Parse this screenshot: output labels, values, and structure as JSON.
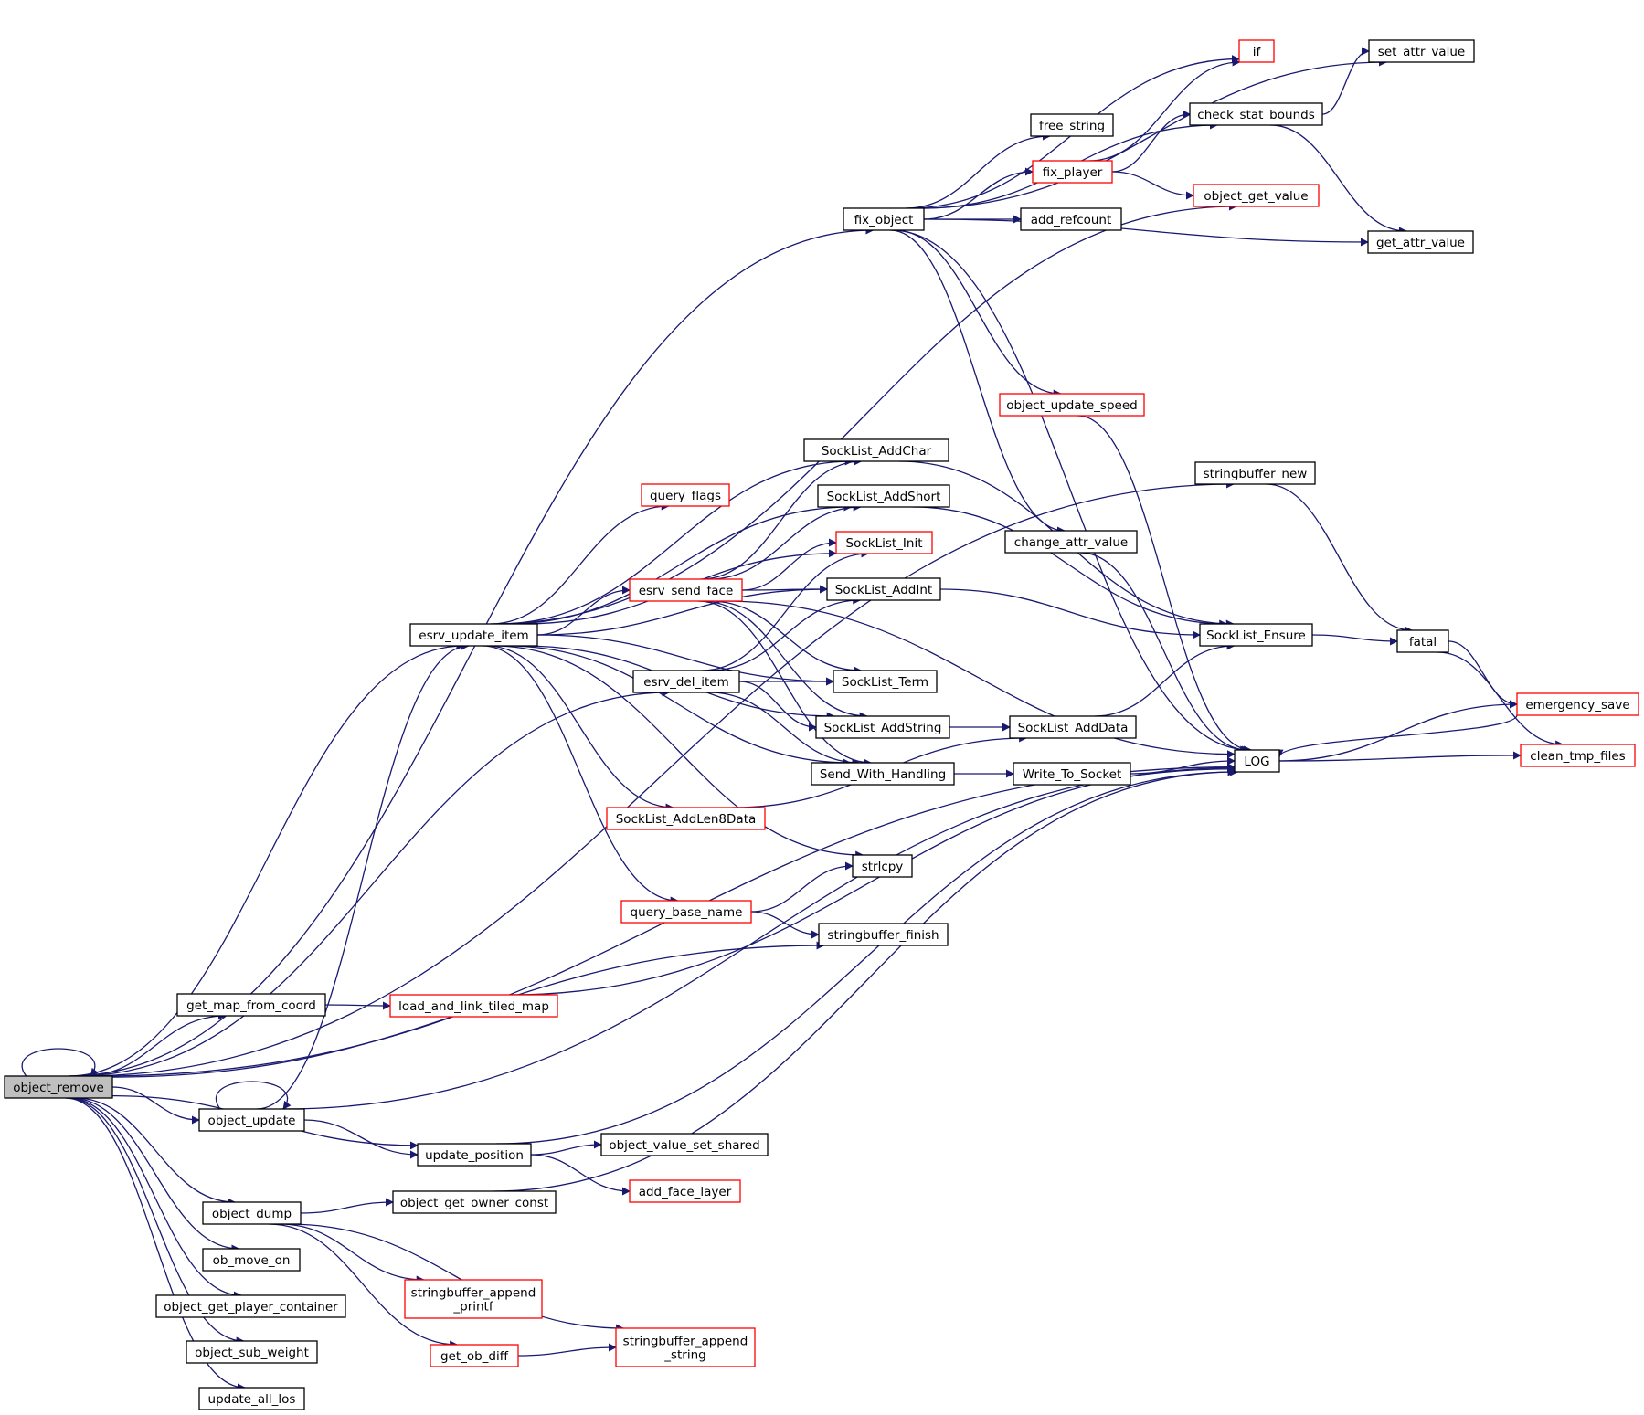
{
  "colors": {
    "edge": "#191970",
    "border_default": "#000000",
    "border_truncated": "#ff0000",
    "fill_default": "#ffffff",
    "fill_root": "#bfbfbf"
  },
  "nodes": [
    {
      "id": "object_remove",
      "label": "object_remove",
      "root": true
    },
    {
      "id": "fix_object",
      "label": "fix_object"
    },
    {
      "id": "if",
      "label": "if",
      "truncated": true
    },
    {
      "id": "set_attr_value",
      "label": "set_attr_value"
    },
    {
      "id": "check_stat_bounds",
      "label": "check_stat_bounds"
    },
    {
      "id": "free_string",
      "label": "free_string"
    },
    {
      "id": "fix_player",
      "label": "fix_player",
      "truncated": true
    },
    {
      "id": "object_get_value",
      "label": "object_get_value",
      "truncated": true
    },
    {
      "id": "add_refcount",
      "label": "add_refcount"
    },
    {
      "id": "get_attr_value",
      "label": "get_attr_value"
    },
    {
      "id": "object_update_speed",
      "label": "object_update_speed",
      "truncated": true
    },
    {
      "id": "SockList_AddChar",
      "label": "SockList_AddChar"
    },
    {
      "id": "stringbuffer_new",
      "label": "stringbuffer_new"
    },
    {
      "id": "SockList_AddShort",
      "label": "SockList_AddShort"
    },
    {
      "id": "query_flags",
      "label": "query_flags",
      "truncated": true
    },
    {
      "id": "SockList_Init",
      "label": "SockList_Init",
      "truncated": true
    },
    {
      "id": "change_attr_value",
      "label": "change_attr_value"
    },
    {
      "id": "esrv_send_face",
      "label": "esrv_send_face",
      "truncated": true
    },
    {
      "id": "SockList_AddInt",
      "label": "SockList_AddInt"
    },
    {
      "id": "esrv_update_item",
      "label": "esrv_update_item"
    },
    {
      "id": "SockList_Ensure",
      "label": "SockList_Ensure"
    },
    {
      "id": "fatal",
      "label": "fatal"
    },
    {
      "id": "esrv_del_item",
      "label": "esrv_del_item"
    },
    {
      "id": "SockList_Term",
      "label": "SockList_Term"
    },
    {
      "id": "emergency_save",
      "label": "emergency_save",
      "truncated": true
    },
    {
      "id": "SockList_AddString",
      "label": "SockList_AddString"
    },
    {
      "id": "SockList_AddData",
      "label": "SockList_AddData"
    },
    {
      "id": "LOG",
      "label": "LOG"
    },
    {
      "id": "clean_tmp_files",
      "label": "clean_tmp_files",
      "truncated": true
    },
    {
      "id": "Send_With_Handling",
      "label": "Send_With_Handling"
    },
    {
      "id": "Write_To_Socket",
      "label": "Write_To_Socket"
    },
    {
      "id": "SockList_AddLen8Data",
      "label": "SockList_AddLen8Data",
      "truncated": true
    },
    {
      "id": "strlcpy",
      "label": "strlcpy"
    },
    {
      "id": "query_base_name",
      "label": "query_base_name",
      "truncated": true
    },
    {
      "id": "stringbuffer_finish",
      "label": "stringbuffer_finish"
    },
    {
      "id": "get_map_from_coord",
      "label": "get_map_from_coord"
    },
    {
      "id": "load_and_link_tiled_map",
      "label": "load_and_link_tiled_map",
      "truncated": true
    },
    {
      "id": "object_update",
      "label": "object_update"
    },
    {
      "id": "object_value_set_shared",
      "label": "object_value_set_shared"
    },
    {
      "id": "update_position",
      "label": "update_position"
    },
    {
      "id": "add_face_layer",
      "label": "add_face_layer",
      "truncated": true
    },
    {
      "id": "object_dump",
      "label": "object_dump"
    },
    {
      "id": "object_get_owner_const",
      "label": "object_get_owner_const"
    },
    {
      "id": "ob_move_on",
      "label": "ob_move_on"
    },
    {
      "id": "stringbuffer_append_printf",
      "label": "stringbuffer_append\n_printf",
      "truncated": true
    },
    {
      "id": "object_get_player_container",
      "label": "object_get_player_container"
    },
    {
      "id": "stringbuffer_append_string",
      "label": "stringbuffer_append\n_string",
      "truncated": true
    },
    {
      "id": "object_sub_weight",
      "label": "object_sub_weight"
    },
    {
      "id": "get_ob_diff",
      "label": "get_ob_diff",
      "truncated": true
    },
    {
      "id": "update_all_los",
      "label": "update_all_los"
    }
  ],
  "edges": [
    [
      "object_remove",
      "object_remove"
    ],
    [
      "object_remove",
      "fix_object"
    ],
    [
      "object_remove",
      "stringbuffer_new"
    ],
    [
      "object_remove",
      "esrv_update_item"
    ],
    [
      "object_remove",
      "esrv_del_item"
    ],
    [
      "object_remove",
      "stringbuffer_finish"
    ],
    [
      "object_remove",
      "get_map_from_coord"
    ],
    [
      "object_remove",
      "LOG"
    ],
    [
      "object_remove",
      "object_update"
    ],
    [
      "object_remove",
      "update_position"
    ],
    [
      "object_remove",
      "object_dump"
    ],
    [
      "object_remove",
      "ob_move_on"
    ],
    [
      "object_remove",
      "object_get_player_container"
    ],
    [
      "object_remove",
      "object_sub_weight"
    ],
    [
      "object_remove",
      "update_all_los"
    ],
    [
      "fix_object",
      "set_attr_value"
    ],
    [
      "fix_object",
      "if"
    ],
    [
      "fix_object",
      "check_stat_bounds"
    ],
    [
      "fix_object",
      "free_string"
    ],
    [
      "fix_object",
      "fix_player"
    ],
    [
      "fix_object",
      "add_refcount"
    ],
    [
      "fix_object",
      "get_attr_value"
    ],
    [
      "fix_object",
      "object_update_speed"
    ],
    [
      "fix_object",
      "change_attr_value"
    ],
    [
      "fix_object",
      "LOG"
    ],
    [
      "check_stat_bounds",
      "set_attr_value"
    ],
    [
      "check_stat_bounds",
      "get_attr_value"
    ],
    [
      "fix_player",
      "if"
    ],
    [
      "fix_player",
      "check_stat_bounds"
    ],
    [
      "fix_player",
      "object_get_value"
    ],
    [
      "object_update_speed",
      "LOG"
    ],
    [
      "change_attr_value",
      "LOG"
    ],
    [
      "stringbuffer_new",
      "fatal"
    ],
    [
      "SockList_AddChar",
      "SockList_Ensure"
    ],
    [
      "SockList_AddShort",
      "SockList_Ensure"
    ],
    [
      "SockList_AddInt",
      "SockList_Ensure"
    ],
    [
      "SockList_Ensure",
      "fatal"
    ],
    [
      "fatal",
      "emergency_save"
    ],
    [
      "fatal",
      "clean_tmp_files"
    ],
    [
      "emergency_save",
      "LOG"
    ],
    [
      "LOG",
      "emergency_save"
    ],
    [
      "LOG",
      "clean_tmp_files"
    ],
    [
      "esrv_update_item",
      "object_get_value"
    ],
    [
      "esrv_update_item",
      "SockList_AddChar"
    ],
    [
      "esrv_update_item",
      "SockList_AddShort"
    ],
    [
      "esrv_update_item",
      "query_flags"
    ],
    [
      "esrv_update_item",
      "SockList_Init"
    ],
    [
      "esrv_update_item",
      "esrv_send_face"
    ],
    [
      "esrv_update_item",
      "SockList_AddInt"
    ],
    [
      "esrv_update_item",
      "SockList_Term"
    ],
    [
      "esrv_update_item",
      "SockList_AddString"
    ],
    [
      "esrv_update_item",
      "Send_With_Handling"
    ],
    [
      "esrv_update_item",
      "SockList_AddLen8Data"
    ],
    [
      "esrv_update_item",
      "strlcpy"
    ],
    [
      "esrv_update_item",
      "query_base_name"
    ],
    [
      "esrv_send_face",
      "SockList_AddChar"
    ],
    [
      "esrv_send_face",
      "SockList_AddShort"
    ],
    [
      "esrv_send_face",
      "SockList_Init"
    ],
    [
      "esrv_send_face",
      "SockList_AddInt"
    ],
    [
      "esrv_send_face",
      "SockList_Term"
    ],
    [
      "esrv_send_face",
      "SockList_AddString"
    ],
    [
      "esrv_send_face",
      "Send_With_Handling"
    ],
    [
      "esrv_send_face",
      "LOG"
    ],
    [
      "esrv_del_item",
      "SockList_Init"
    ],
    [
      "esrv_del_item",
      "SockList_AddInt"
    ],
    [
      "esrv_del_item",
      "SockList_Term"
    ],
    [
      "esrv_del_item",
      "SockList_AddString"
    ],
    [
      "esrv_del_item",
      "Send_With_Handling"
    ],
    [
      "SockList_AddString",
      "SockList_AddData"
    ],
    [
      "SockList_AddData",
      "SockList_Ensure"
    ],
    [
      "Send_With_Handling",
      "Write_To_Socket"
    ],
    [
      "Write_To_Socket",
      "LOG"
    ],
    [
      "SockList_AddLen8Data",
      "SockList_AddData"
    ],
    [
      "query_base_name",
      "strlcpy"
    ],
    [
      "query_base_name",
      "stringbuffer_finish"
    ],
    [
      "get_map_from_coord",
      "load_and_link_tiled_map"
    ],
    [
      "load_and_link_tiled_map",
      "LOG"
    ],
    [
      "object_update",
      "object_update"
    ],
    [
      "object_update",
      "esrv_update_item"
    ],
    [
      "object_update",
      "LOG"
    ],
    [
      "object_update",
      "update_position"
    ],
    [
      "update_position",
      "object_value_set_shared"
    ],
    [
      "update_position",
      "add_face_layer"
    ],
    [
      "update_position",
      "LOG"
    ],
    [
      "object_dump",
      "object_get_owner_const"
    ],
    [
      "object_dump",
      "stringbuffer_append_printf"
    ],
    [
      "object_dump",
      "stringbuffer_append_string"
    ],
    [
      "object_dump",
      "get_ob_diff"
    ],
    [
      "object_get_owner_const",
      "LOG"
    ],
    [
      "get_ob_diff",
      "stringbuffer_append_string"
    ]
  ]
}
